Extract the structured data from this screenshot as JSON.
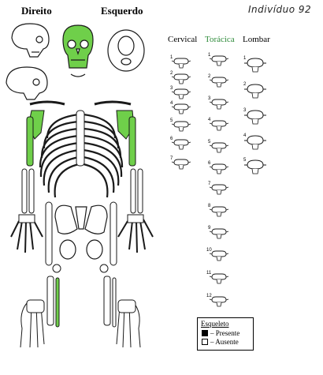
{
  "header": {
    "right_label": "Direito",
    "left_label": "Esquerdo",
    "individual_id": "Indivíduo 92"
  },
  "spine": {
    "cervical_label": "Cervical",
    "thoracic_label": "Torácica",
    "lumbar_label": "Lombar",
    "cervical_numbers": [
      "1",
      "2",
      "3",
      "4",
      "5",
      "6",
      "7"
    ],
    "thoracic_numbers": [
      "1",
      "2",
      "3",
      "4",
      "5",
      "6",
      "7",
      "8",
      "9",
      "10",
      "11",
      "12"
    ],
    "lumbar_numbers": [
      "1",
      "2",
      "3",
      "4",
      "5"
    ]
  },
  "legend": {
    "title": "Esqueleto",
    "present": "– Presente",
    "absent": "– Ausente"
  },
  "colors": {
    "present_fill": "#6fcf4a",
    "thoracic_header": "#2e8b3a",
    "outline": "#1a1a1a"
  },
  "present_elements": [
    "skull-frontal",
    "right-scapula",
    "left-scapula",
    "right-humerus",
    "left-humerus",
    "right-fibula"
  ]
}
